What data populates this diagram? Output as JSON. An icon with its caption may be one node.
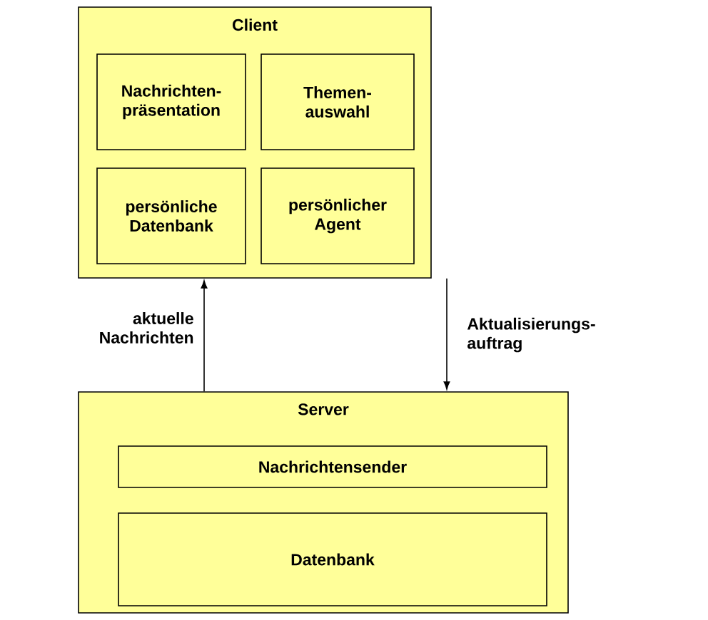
{
  "diagram": {
    "nodes": [
      {
        "text": [
          "Client"
        ]
      },
      {
        "text": [
          "Nachrichten- präsentation"
        ],
        "in": 0
      },
      {
        "text": [
          "Themen- auswahl"
        ],
        "in": 0
      },
      {
        "text": [
          "persönliche Datenbank"
        ],
        "in": 0
      },
      {
        "text": [
          "persönlicher Agent"
        ],
        "in": 0
      },
      {
        "text": [
          "Server"
        ]
      },
      {
        "text": [
          "Nachrichtensender"
        ],
        "in": 5
      },
      {
        "text": [
          "Datenbank"
        ],
        "in": 5
      }
    ],
    "edges": [
      {
        "from": 5,
        "to": 0,
        "arrow": "to",
        "label": "aktuelle Nachrichten"
      },
      {
        "from": 0,
        "to": 5,
        "arrow": "to",
        "label": "Aktualisierungs- auftrag"
      }
    ]
  }
}
